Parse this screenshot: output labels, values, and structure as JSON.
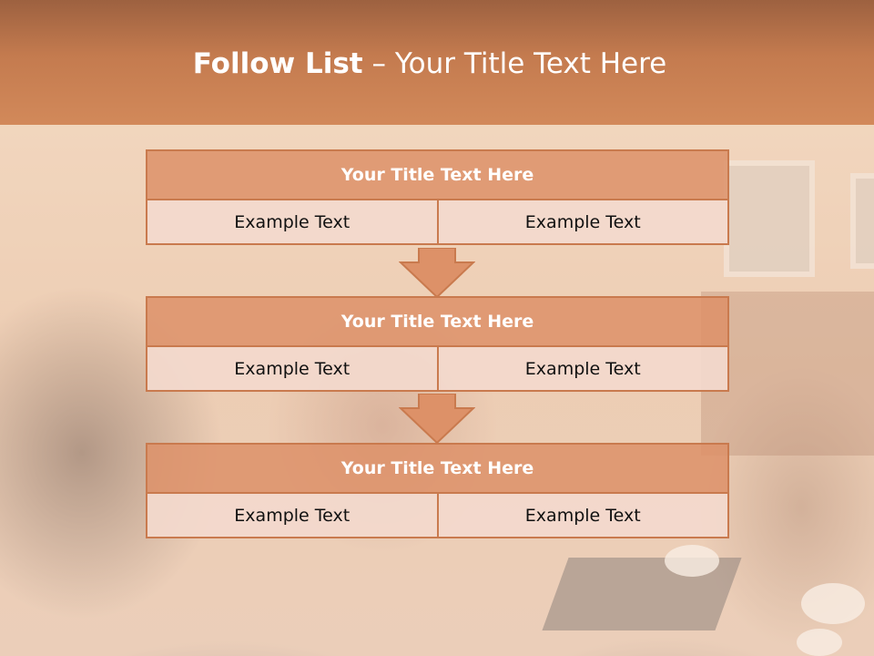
{
  "slide": {
    "title_bold": "Follow List",
    "title_rest": " – Your Title Text Here"
  },
  "steps": [
    {
      "title": "Your Title Text Here",
      "left": "Example Text",
      "right": "Example Text"
    },
    {
      "title": "Your Title Text Here",
      "left": "Example Text",
      "right": "Example Text"
    },
    {
      "title": "Your Title Text Here",
      "left": "Example Text",
      "right": "Example Text"
    }
  ],
  "colors": {
    "header": "#c47b4f",
    "block_title": "#dd9168",
    "block_border": "#c97a4e",
    "block_row": "#f3d9cd",
    "arrow": "#dd9168"
  }
}
